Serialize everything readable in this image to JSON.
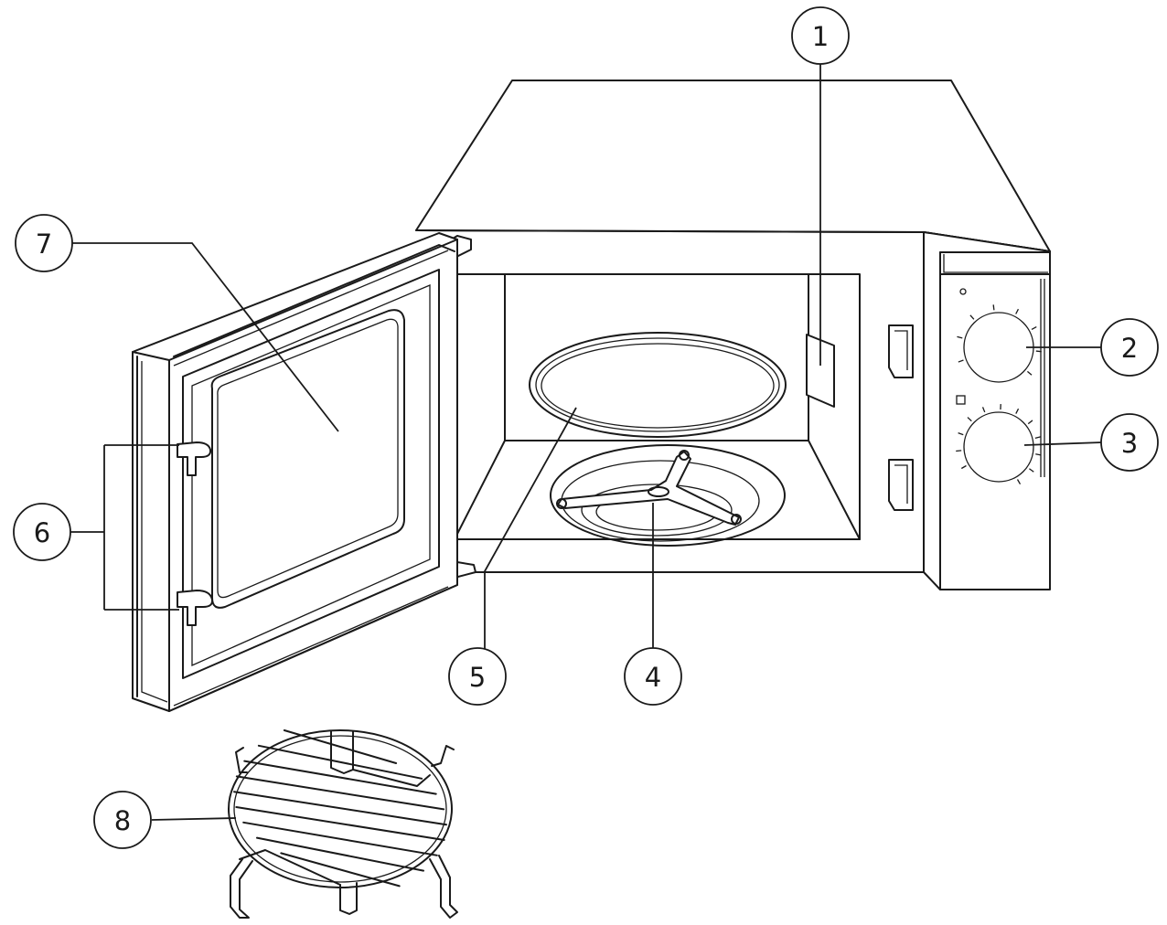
{
  "callouts": [
    {
      "label": "1"
    },
    {
      "label": "2"
    },
    {
      "label": "3"
    },
    {
      "label": "4"
    },
    {
      "label": "5"
    },
    {
      "label": "6"
    },
    {
      "label": "7"
    },
    {
      "label": "8"
    }
  ],
  "colors": {
    "line": "#1a1a1a",
    "background": "#ffffff"
  }
}
